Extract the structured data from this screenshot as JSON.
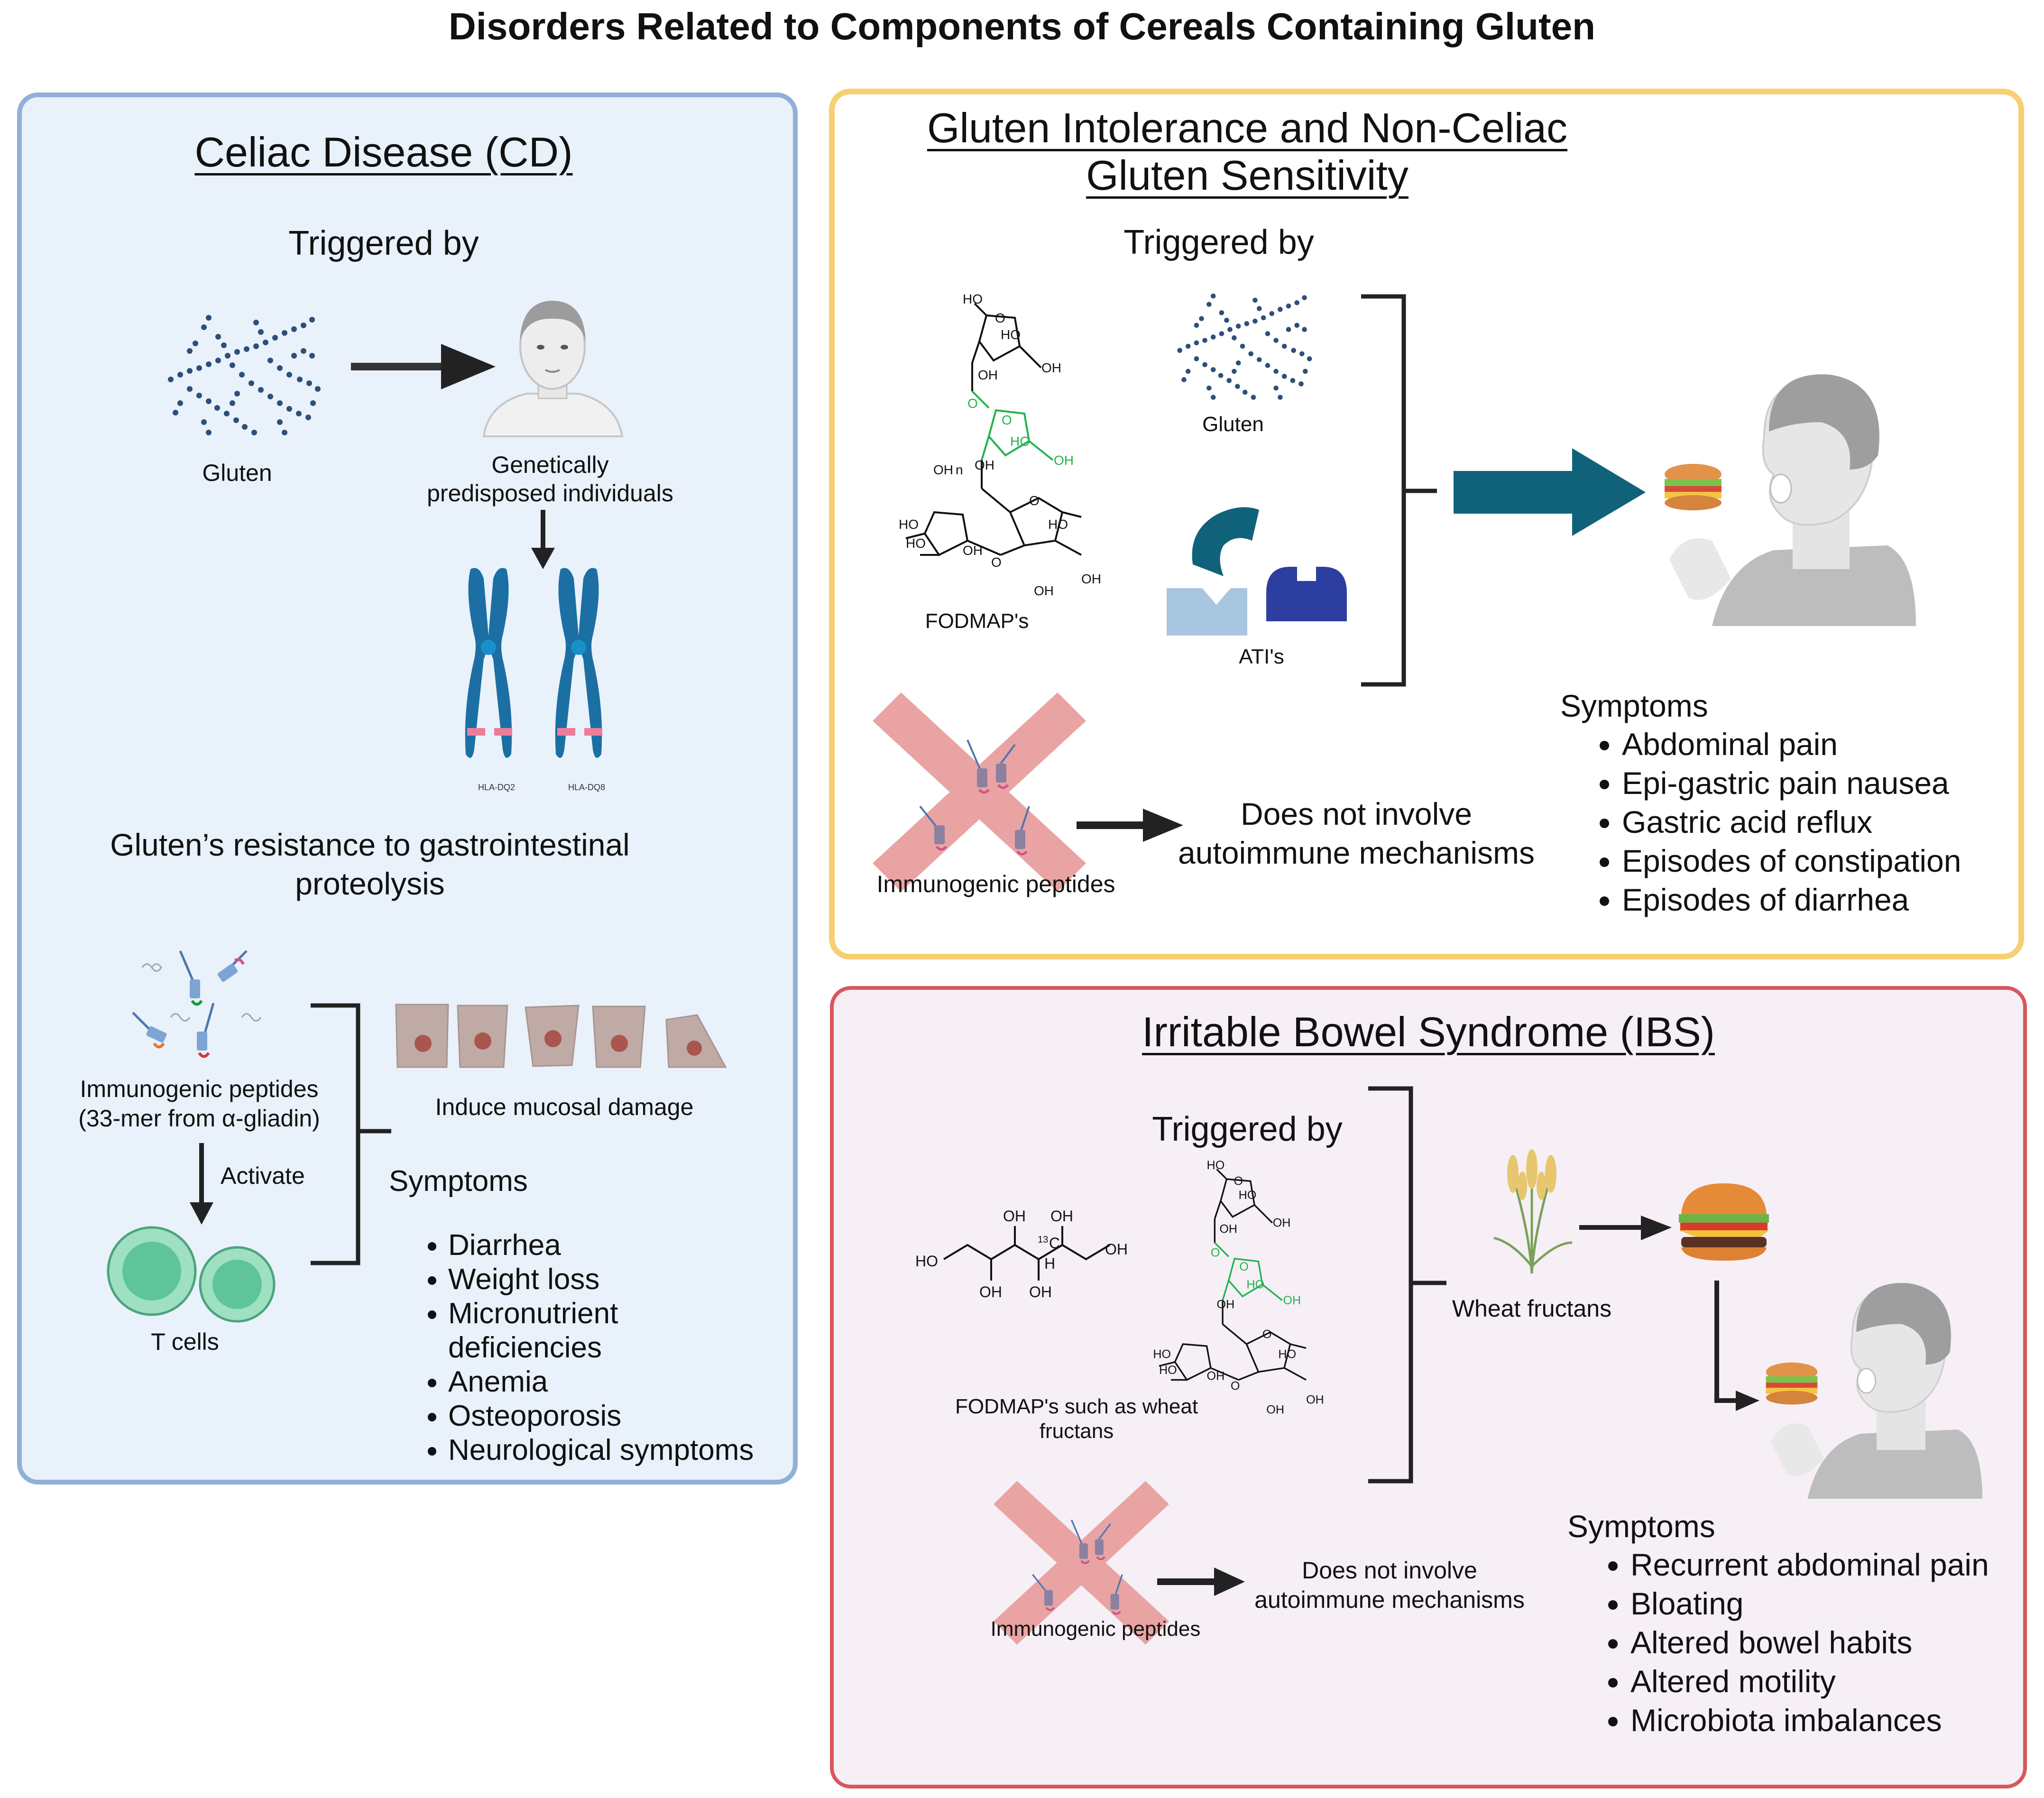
{
  "title": "Disorders Related to Components of Cereals Containing Gluten",
  "celiac": {
    "heading": "Celiac Disease (CD)",
    "triggered_by": "Triggered by",
    "gluten_label": "Gluten",
    "predisposed_label": "Genetically\npredisposed individuals",
    "chromosome_labels": [
      "HLA-DQ2",
      "HLA-DQ8"
    ],
    "resistance_label": "Gluten’s resistance to gastrointestinal\nproteolysis",
    "peptides_label": "Immunogenic peptides\n(33-mer from α-gliadin)",
    "activate_label": "Activate",
    "tcells_label": "T cells",
    "mucosal_label": "Induce mucosal damage",
    "symptoms_heading": "Symptoms",
    "symptoms": [
      "Diarrhea",
      "Weight loss",
      "Micronutrient\ndeficiencies",
      "Anemia",
      "Osteoporosis",
      "Neurological symptoms"
    ]
  },
  "gluten_intolerance": {
    "heading": "Gluten Intolerance and Non-Celiac \nGluten Sensitivity",
    "triggered_by": "Triggered by",
    "fodmaps_label": "FODMAP's",
    "gluten_label": "Gluten",
    "atis_label": "ATI's",
    "peptides_label": "Immunogenic peptides",
    "no_autoimmune": "Does not involve\nautoimmune mechanisms",
    "symptoms_heading": "Symptoms",
    "symptoms": [
      "Abdominal pain",
      "Epi-gastric pain nausea",
      "Gastric acid reflux",
      "Episodes of constipation",
      "Episodes of diarrhea"
    ]
  },
  "ibs": {
    "heading": "Irritable Bowel Syndrome (IBS)",
    "triggered_by": "Triggered by",
    "fodmaps_label": "FODMAP's such as wheat\nfructans",
    "wheat_label": "Wheat fructans",
    "peptides_label": "Immunogenic peptides",
    "no_autoimmune": "Does not involve\nautoimmune mechanisms",
    "symptoms_heading": "Symptoms",
    "symptoms": [
      "Recurrent abdominal pain",
      "Bloating",
      "Altered bowel habits",
      "Altered motility",
      "Microbiota imbalances"
    ]
  },
  "chem": {
    "oh": "OH",
    "ho": "HO",
    "o": "O",
    "n": "n",
    "h": "H",
    "c13": "13",
    "c": "C"
  },
  "colors": {
    "cd_border": "#8fb0d8",
    "cd_fill": "#e9f1fb",
    "gi_border": "#f7cf72",
    "ibs_border": "#d9575c",
    "ibs_fill": "#f6eff6",
    "big_arrow": "#0f627a",
    "chromosome": "#1c6fa3",
    "tcell": "#7ccfa8",
    "cross": "#e9a3a3",
    "green_chem": "#21b24b"
  }
}
